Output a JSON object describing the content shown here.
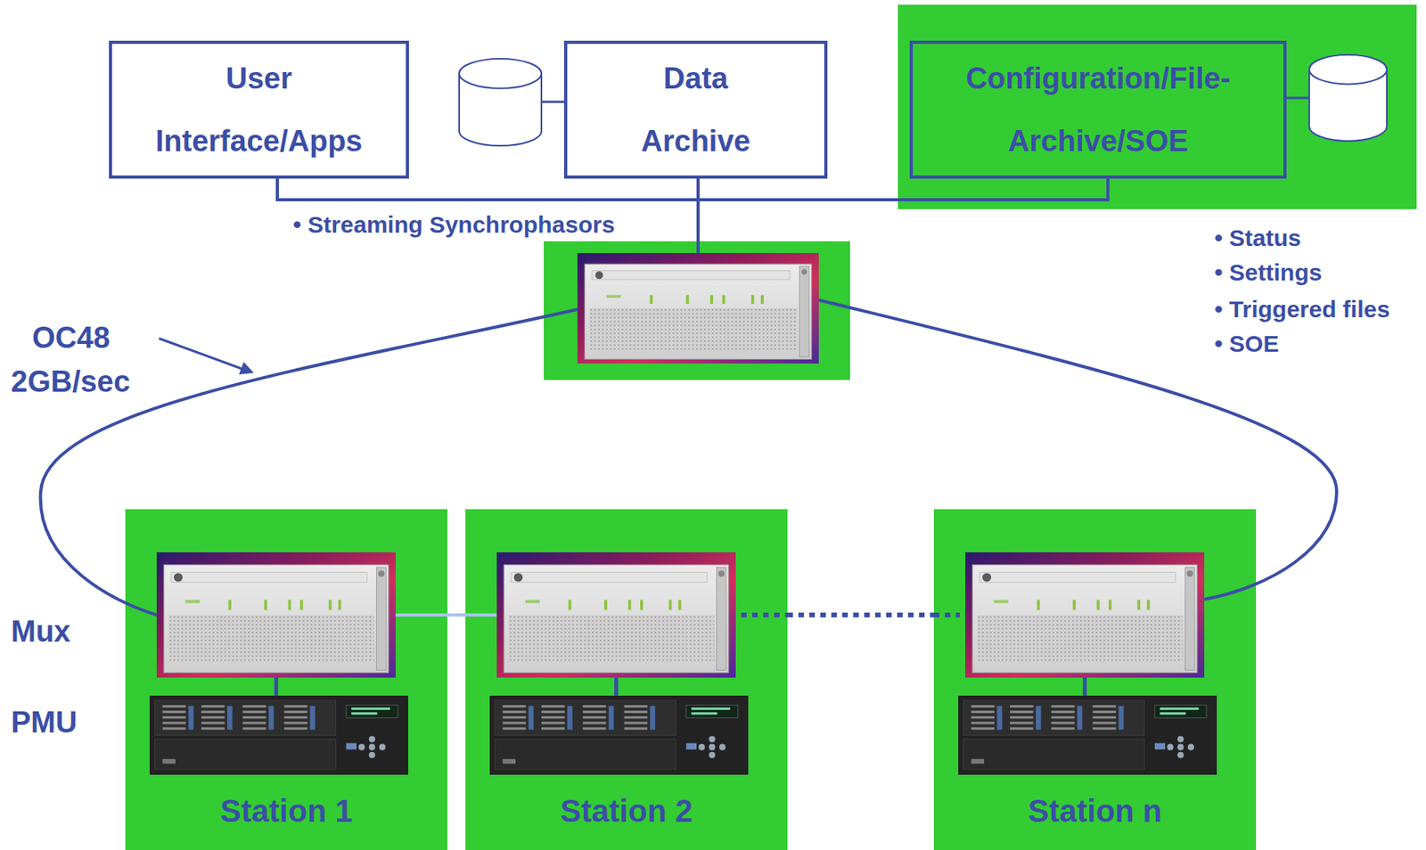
{
  "diagram": {
    "nodes": [
      {
        "text": [
          "User Interface/Apps"
        ]
      },
      {
        "text": [
          "Data Archive"
        ]
      },
      {
        "text": [
          "Configuration/File- Archive/SOE"
        ]
      },
      {
        "text": [
          "Station 1"
        ]
      },
      {
        "text": [
          "Station 2"
        ]
      },
      {
        "text": [
          "Station n"
        ]
      }
    ],
    "edges": [
      {
        "from": 0,
        "to": 1,
        "arrow": "none"
      },
      {
        "from": 1,
        "to": 2,
        "arrow": "none"
      },
      {
        "from": 3,
        "to": 4,
        "arrow": "none"
      },
      {
        "from": 4,
        "to": 5,
        "arrow": "none"
      }
    ],
    "labels": [
      "• Streaming Synchrophasors",
      "• Status",
      "• Settings",
      "• Triggered files",
      "• SOE",
      "OC48",
      "2GB/sec",
      "Mux",
      "PMU"
    ]
  }
}
